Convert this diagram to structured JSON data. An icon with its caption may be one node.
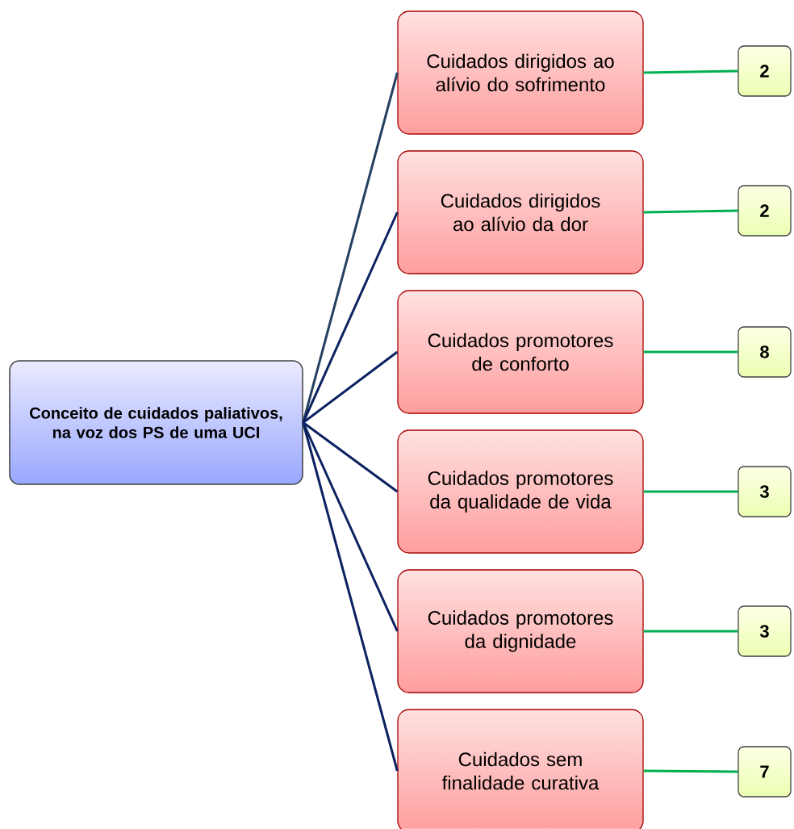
{
  "diagram": {
    "nodes": [
      {
        "text": [
          "Conceito de cuidados paliativos, na voz dos PS de uma UCI"
        ]
      },
      {
        "text": [
          "Cuidados dirigidos ao alívio do sofrimento"
        ]
      },
      {
        "text": [
          "Cuidados dirigidos ao alívio da dor"
        ]
      },
      {
        "text": [
          "Cuidados promotores de conforto"
        ]
      },
      {
        "text": [
          "Cuidados promotores da qualidade de vida"
        ]
      },
      {
        "text": [
          "Cuidados promotores da dignidade"
        ]
      },
      {
        "text": [
          "Cuidados sem finalidade curativa"
        ]
      },
      {
        "text": [
          "2"
        ]
      },
      {
        "text": [
          "2"
        ]
      },
      {
        "text": [
          "8"
        ]
      },
      {
        "text": [
          "3"
        ]
      },
      {
        "text": [
          "3"
        ]
      },
      {
        "text": [
          "7"
        ]
      }
    ],
    "edges": [
      {
        "from": 0,
        "to": 1,
        "arrow": "none",
        "color": "#24405f"
      },
      {
        "from": 0,
        "to": 2,
        "arrow": "none",
        "color": "#0b2160"
      },
      {
        "from": 0,
        "to": 3,
        "arrow": "none",
        "color": "#0b2160"
      },
      {
        "from": 0,
        "to": 4,
        "arrow": "none",
        "color": "#0b2160"
      },
      {
        "from": 0,
        "to": 5,
        "arrow": "none",
        "color": "#0b2160"
      },
      {
        "from": 0,
        "to": 6,
        "arrow": "none",
        "color": "#0b2160"
      },
      {
        "from": 1,
        "to": 7,
        "arrow": "none",
        "color": "#00b050"
      },
      {
        "from": 2,
        "to": 8,
        "arrow": "none",
        "color": "#00b050"
      },
      {
        "from": 3,
        "to": 9,
        "arrow": "none",
        "color": "#00b050"
      },
      {
        "from": 4,
        "to": 10,
        "arrow": "none",
        "color": "#00b050"
      },
      {
        "from": 5,
        "to": 11,
        "arrow": "none",
        "color": "#00b050"
      },
      {
        "from": 6,
        "to": 12,
        "arrow": "none",
        "color": "#00b050"
      }
    ]
  }
}
